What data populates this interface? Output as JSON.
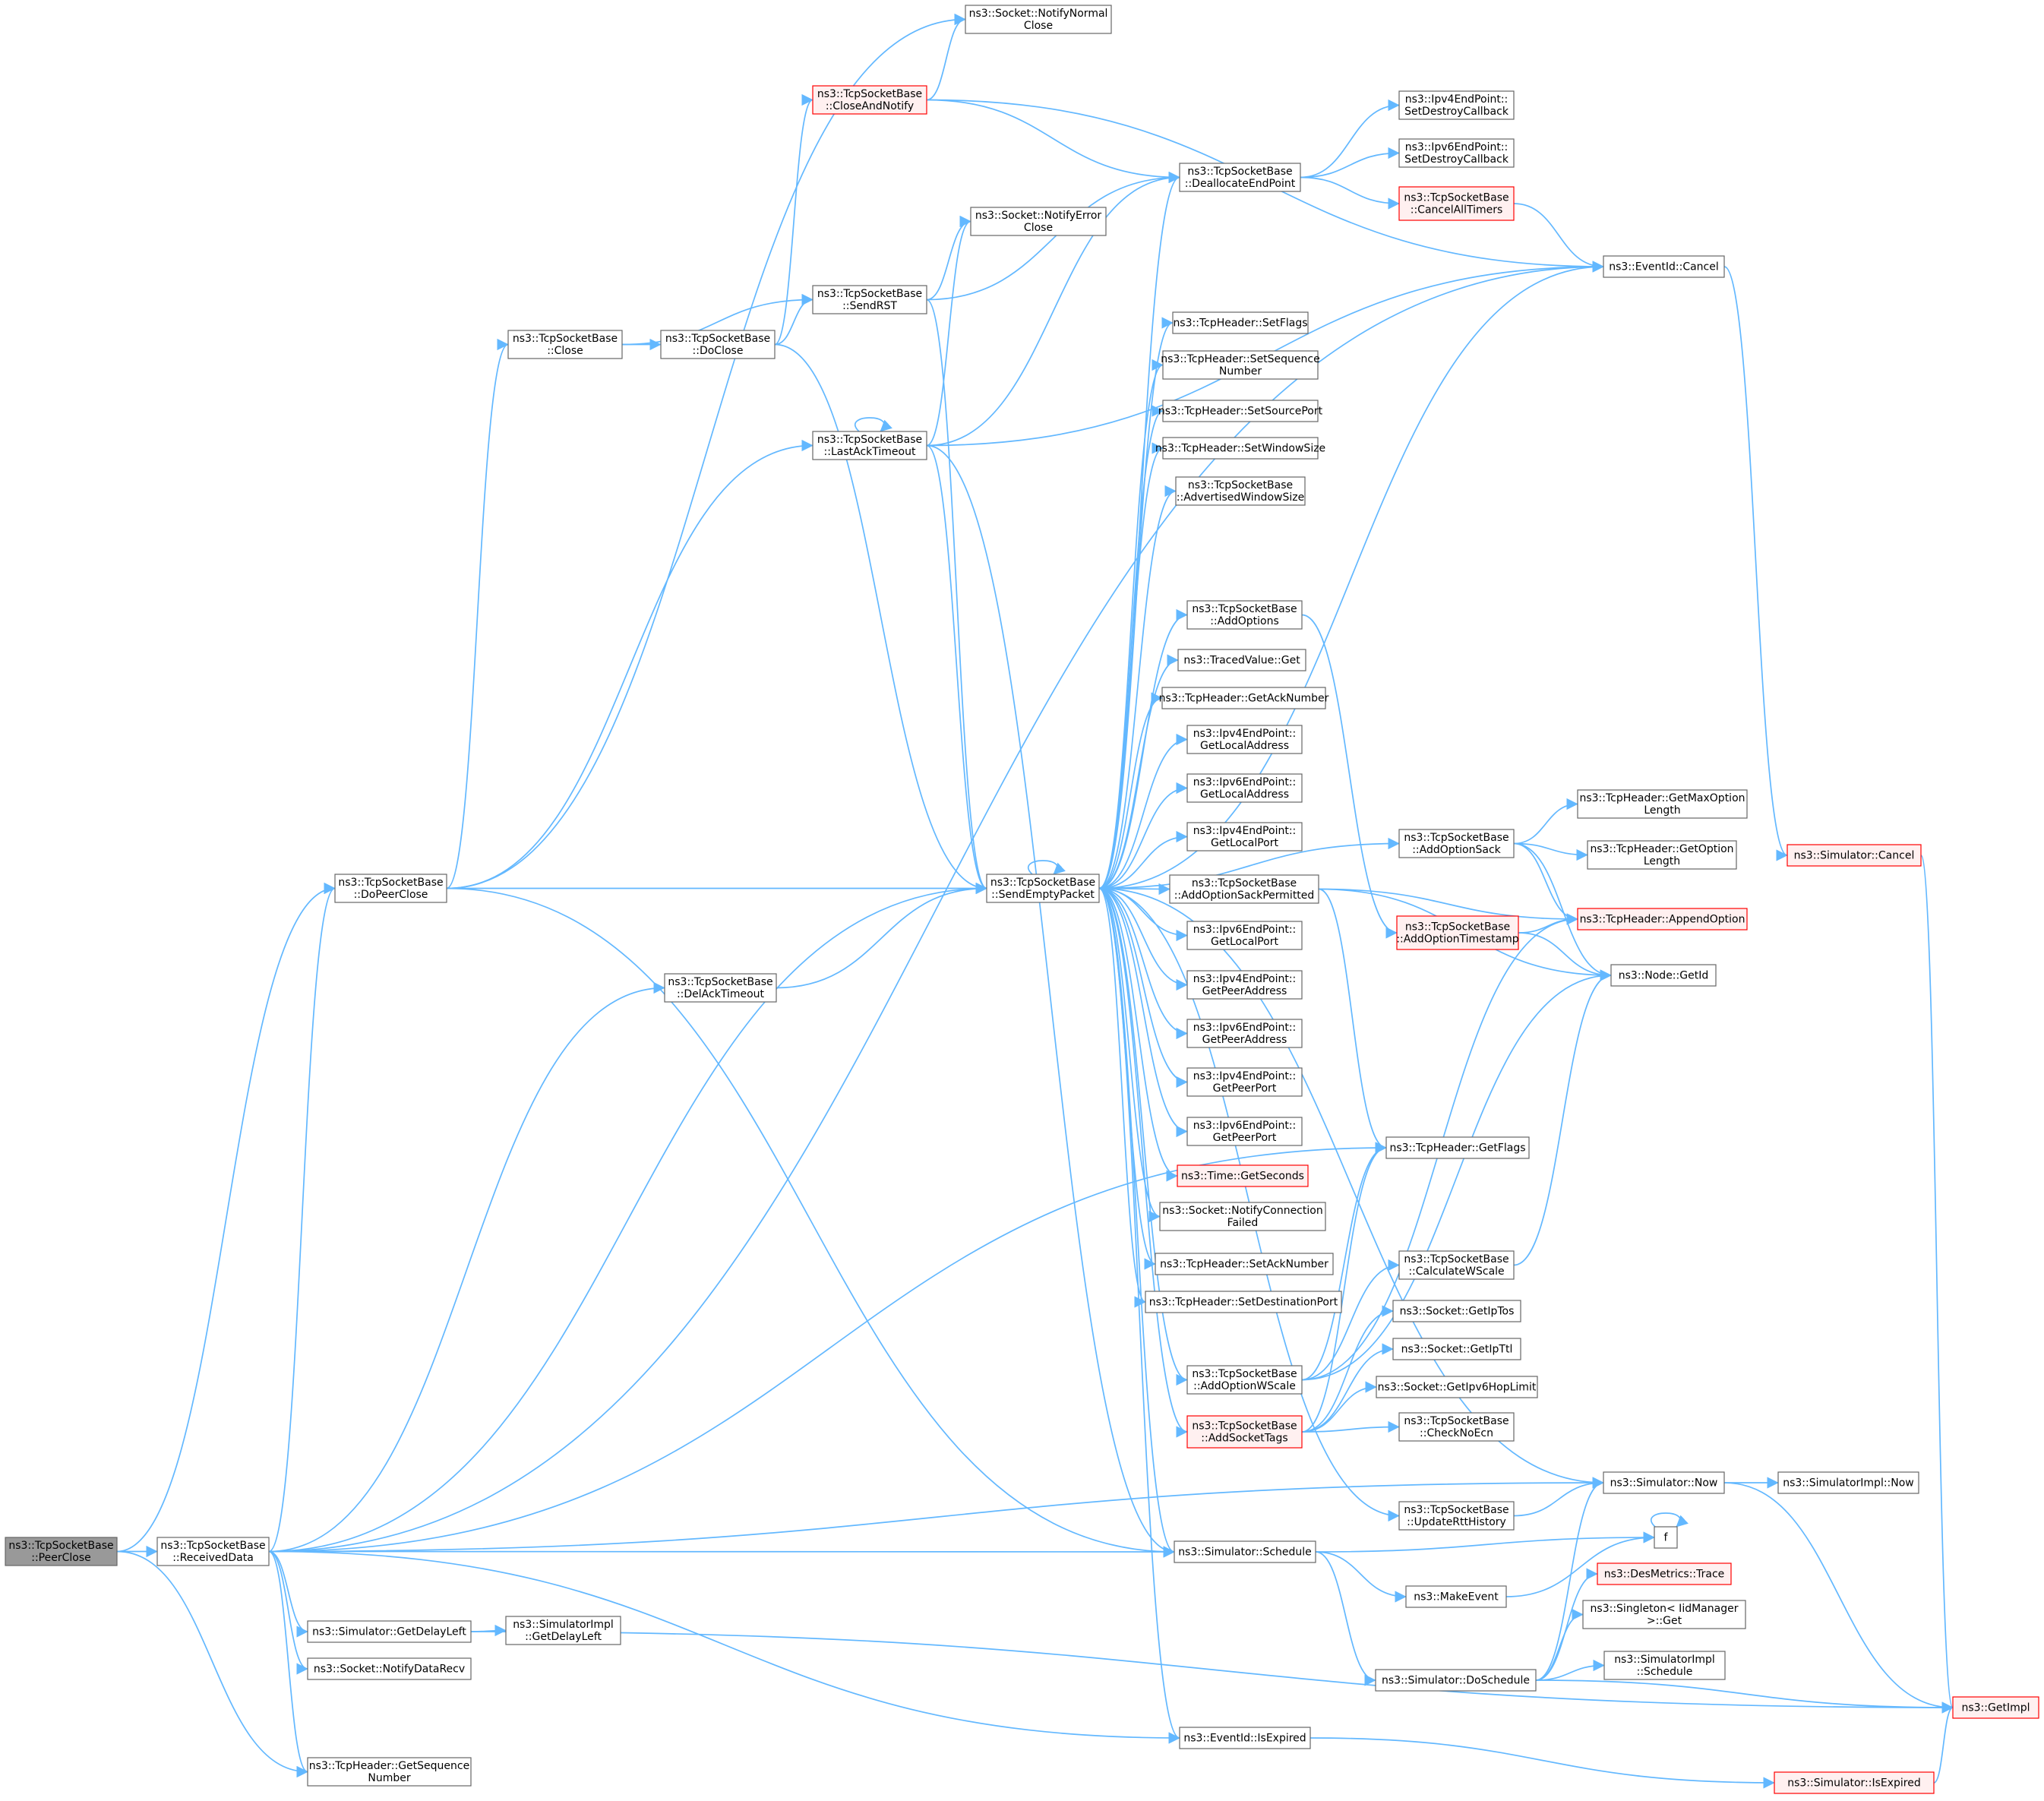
{
  "colors": {
    "edge": "#63b8ff",
    "node_fill": "#ffffff",
    "node_stroke": "#666666",
    "root_fill": "#999999",
    "root_stroke": "#666666",
    "truncated_fill": "#fff0f0",
    "truncated_stroke": "#ff0000"
  },
  "nodes": [
    {
      "id": "peerclose",
      "lines": [
        "ns3::TcpSocketBase",
        "::PeerClose"
      ],
      "style": "root"
    },
    {
      "id": "receiveddata",
      "lines": [
        "ns3::TcpSocketBase",
        "::ReceivedData"
      ],
      "style": "normal"
    },
    {
      "id": "dopeerclose",
      "lines": [
        "ns3::TcpSocketBase",
        "::DoPeerClose"
      ],
      "style": "normal"
    },
    {
      "id": "getsequencenumber",
      "lines": [
        "ns3::TcpHeader::GetSequence",
        "Number"
      ],
      "style": "normal"
    },
    {
      "id": "getdelayleft",
      "lines": [
        "ns3::Simulator::GetDelayLeft"
      ],
      "style": "normal"
    },
    {
      "id": "notifydatarecv",
      "lines": [
        "ns3::Socket::NotifyDataRecv"
      ],
      "style": "normal"
    },
    {
      "id": "simimplgetdelayleft",
      "lines": [
        "ns3::SimulatorImpl",
        "::GetDelayLeft"
      ],
      "style": "normal"
    },
    {
      "id": "close",
      "lines": [
        "ns3::TcpSocketBase",
        "::Close"
      ],
      "style": "normal"
    },
    {
      "id": "doclose",
      "lines": [
        "ns3::TcpSocketBase",
        "::DoClose"
      ],
      "style": "normal"
    },
    {
      "id": "closeandnotify",
      "lines": [
        "ns3::TcpSocketBase",
        "::CloseAndNotify"
      ],
      "style": "truncated"
    },
    {
      "id": "notifynormalclose",
      "lines": [
        "ns3::Socket::NotifyNormal",
        "Close"
      ],
      "style": "normal"
    },
    {
      "id": "sendrst",
      "lines": [
        "ns3::TcpSocketBase",
        "::SendRST"
      ],
      "style": "normal"
    },
    {
      "id": "lastacktimeout",
      "lines": [
        "ns3::TcpSocketBase",
        "::LastAckTimeout"
      ],
      "style": "normal"
    },
    {
      "id": "notifyerrorclose",
      "lines": [
        "ns3::Socket::NotifyError",
        "Close"
      ],
      "style": "normal"
    },
    {
      "id": "delacktimeout",
      "lines": [
        "ns3::TcpSocketBase",
        "::DelAckTimeout"
      ],
      "style": "normal"
    },
    {
      "id": "sendemptypacket",
      "lines": [
        "ns3::TcpSocketBase",
        "::SendEmptyPacket"
      ],
      "style": "normal"
    },
    {
      "id": "deallocateendpoint",
      "lines": [
        "ns3::TcpSocketBase",
        "::DeallocateEndPoint"
      ],
      "style": "normal"
    },
    {
      "id": "ipv4setdestroy",
      "lines": [
        "ns3::Ipv4EndPoint::",
        "SetDestroyCallback"
      ],
      "style": "normal"
    },
    {
      "id": "ipv6setdestroy",
      "lines": [
        "ns3::Ipv6EndPoint::",
        "SetDestroyCallback"
      ],
      "style": "normal"
    },
    {
      "id": "cancelalltimers",
      "lines": [
        "ns3::TcpSocketBase",
        "::CancelAllTimers"
      ],
      "style": "truncated"
    },
    {
      "id": "eventcancel",
      "lines": [
        "ns3::EventId::Cancel"
      ],
      "style": "normal"
    },
    {
      "id": "setflags",
      "lines": [
        "ns3::TcpHeader::SetFlags"
      ],
      "style": "normal"
    },
    {
      "id": "setsequencenumber",
      "lines": [
        "ns3::TcpHeader::SetSequence",
        "Number"
      ],
      "style": "normal"
    },
    {
      "id": "setsourceport",
      "lines": [
        "ns3::TcpHeader::SetSourcePort"
      ],
      "style": "normal"
    },
    {
      "id": "setwindowsize",
      "lines": [
        "ns3::TcpHeader::SetWindowSize"
      ],
      "style": "normal"
    },
    {
      "id": "advertisedwindowsize",
      "lines": [
        "ns3::TcpSocketBase",
        "::AdvertisedWindowSize"
      ],
      "style": "normal"
    },
    {
      "id": "addoptions",
      "lines": [
        "ns3::TcpSocketBase",
        "::AddOptions"
      ],
      "style": "normal"
    },
    {
      "id": "tracedvalueget",
      "lines": [
        "ns3::TracedValue::Get"
      ],
      "style": "normal"
    },
    {
      "id": "getacknumber",
      "lines": [
        "ns3::TcpHeader::GetAckNumber"
      ],
      "style": "normal"
    },
    {
      "id": "ipv4getlocaladdress",
      "lines": [
        "ns3::Ipv4EndPoint::",
        "GetLocalAddress"
      ],
      "style": "normal"
    },
    {
      "id": "ipv6getlocaladdress",
      "lines": [
        "ns3::Ipv6EndPoint::",
        "GetLocalAddress"
      ],
      "style": "normal"
    },
    {
      "id": "ipv4getlocalport",
      "lines": [
        "ns3::Ipv4EndPoint::",
        "GetLocalPort"
      ],
      "style": "normal"
    },
    {
      "id": "addoptionsackpermitted",
      "lines": [
        "ns3::TcpSocketBase",
        "::AddOptionSackPermitted"
      ],
      "style": "normal"
    },
    {
      "id": "ipv6getlocalport",
      "lines": [
        "ns3::Ipv6EndPoint::",
        "GetLocalPort"
      ],
      "style": "normal"
    },
    {
      "id": "ipv4getpeeraddress",
      "lines": [
        "ns3::Ipv4EndPoint::",
        "GetPeerAddress"
      ],
      "style": "normal"
    },
    {
      "id": "ipv6getpeeraddress",
      "lines": [
        "ns3::Ipv6EndPoint::",
        "GetPeerAddress"
      ],
      "style": "normal"
    },
    {
      "id": "ipv4getpeerport",
      "lines": [
        "ns3::Ipv4EndPoint::",
        "GetPeerPort"
      ],
      "style": "normal"
    },
    {
      "id": "ipv6getpeerport",
      "lines": [
        "ns3::Ipv6EndPoint::",
        "GetPeerPort"
      ],
      "style": "normal"
    },
    {
      "id": "timegetseconds",
      "lines": [
        "ns3::Time::GetSeconds"
      ],
      "style": "truncated"
    },
    {
      "id": "notifyconnectionfailed",
      "lines": [
        "ns3::Socket::NotifyConnection",
        "Failed"
      ],
      "style": "normal"
    },
    {
      "id": "setacknumber",
      "lines": [
        "ns3::TcpHeader::SetAckNumber"
      ],
      "style": "normal"
    },
    {
      "id": "setdestinationport",
      "lines": [
        "ns3::TcpHeader::SetDestinationPort"
      ],
      "style": "normal"
    },
    {
      "id": "addoptionwscale",
      "lines": [
        "ns3::TcpSocketBase",
        "::AddOptionWScale"
      ],
      "style": "normal"
    },
    {
      "id": "addsockettags",
      "lines": [
        "ns3::TcpSocketBase",
        "::AddSocketTags"
      ],
      "style": "truncated"
    },
    {
      "id": "simschedule",
      "lines": [
        "ns3::Simulator::Schedule"
      ],
      "style": "normal"
    },
    {
      "id": "eventisexpired",
      "lines": [
        "ns3::EventId::IsExpired"
      ],
      "style": "normal"
    },
    {
      "id": "addoptionsack",
      "lines": [
        "ns3::TcpSocketBase",
        "::AddOptionSack"
      ],
      "style": "normal"
    },
    {
      "id": "getmaxoptionlength",
      "lines": [
        "ns3::TcpHeader::GetMaxOption",
        "Length"
      ],
      "style": "normal"
    },
    {
      "id": "getoptionlength",
      "lines": [
        "ns3::TcpHeader::GetOption",
        "Length"
      ],
      "style": "normal"
    },
    {
      "id": "appendoption",
      "lines": [
        "ns3::TcpHeader::AppendOption"
      ],
      "style": "truncated"
    },
    {
      "id": "addoptiontimestamp",
      "lines": [
        "ns3::TcpSocketBase",
        "::AddOptionTimestamp"
      ],
      "style": "truncated"
    },
    {
      "id": "nodegetid",
      "lines": [
        "ns3::Node::GetId"
      ],
      "style": "normal"
    },
    {
      "id": "getflags",
      "lines": [
        "ns3::TcpHeader::GetFlags"
      ],
      "style": "normal"
    },
    {
      "id": "calculatewscale",
      "lines": [
        "ns3::TcpSocketBase",
        "::CalculateWScale"
      ],
      "style": "normal"
    },
    {
      "id": "getiptos",
      "lines": [
        "ns3::Socket::GetIpTos"
      ],
      "style": "normal"
    },
    {
      "id": "getipttl",
      "lines": [
        "ns3::Socket::GetIpTtl"
      ],
      "style": "normal"
    },
    {
      "id": "getipv6hoplimit",
      "lines": [
        "ns3::Socket::GetIpv6HopLimit"
      ],
      "style": "normal"
    },
    {
      "id": "checknoecn",
      "lines": [
        "ns3::TcpSocketBase",
        "::CheckNoEcn"
      ],
      "style": "normal"
    },
    {
      "id": "updaterttHistory",
      "lines": [
        "ns3::TcpSocketBase",
        "::UpdateRttHistory"
      ],
      "style": "normal"
    },
    {
      "id": "simnow",
      "lines": [
        "ns3::Simulator::Now"
      ],
      "style": "normal"
    },
    {
      "id": "simimplnow",
      "lines": [
        "ns3::SimulatorImpl::Now"
      ],
      "style": "normal"
    },
    {
      "id": "f",
      "lines": [
        "f"
      ],
      "style": "normal"
    },
    {
      "id": "makeevent",
      "lines": [
        "ns3::MakeEvent"
      ],
      "style": "normal"
    },
    {
      "id": "desmetricstrace",
      "lines": [
        "ns3::DesMetrics::Trace"
      ],
      "style": "truncated"
    },
    {
      "id": "singletonget",
      "lines": [
        "ns3::Singleton< IidManager",
        " >::Get"
      ],
      "style": "normal"
    },
    {
      "id": "simimplschedule",
      "lines": [
        "ns3::SimulatorImpl",
        "::Schedule"
      ],
      "style": "normal"
    },
    {
      "id": "simdoschedule",
      "lines": [
        "ns3::Simulator::DoSchedule"
      ],
      "style": "normal"
    },
    {
      "id": "simcancel",
      "lines": [
        "ns3::Simulator::Cancel"
      ],
      "style": "truncated"
    },
    {
      "id": "getimpl",
      "lines": [
        "ns3::GetImpl"
      ],
      "style": "truncated"
    },
    {
      "id": "simisexpired",
      "lines": [
        "ns3::Simulator::IsExpired"
      ],
      "style": "truncated"
    }
  ],
  "edges": [
    [
      "peerclose",
      "receiveddata"
    ],
    [
      "peerclose",
      "dopeerclose"
    ],
    [
      "peerclose",
      "getsequencenumber"
    ],
    [
      "receiveddata",
      "dopeerclose"
    ],
    [
      "receiveddata",
      "getsequencenumber"
    ],
    [
      "receiveddata",
      "getdelayleft"
    ],
    [
      "receiveddata",
      "notifydatarecv"
    ],
    [
      "receiveddata",
      "simschedule"
    ],
    [
      "receiveddata",
      "simnow"
    ],
    [
      "receiveddata",
      "eventisexpired"
    ],
    [
      "receiveddata",
      "delacktimeout"
    ],
    [
      "receiveddata",
      "sendemptypacket"
    ],
    [
      "receiveddata",
      "eventcancel"
    ],
    [
      "receiveddata",
      "getflags"
    ],
    [
      "getdelayleft",
      "simimplgetdelayleft"
    ],
    [
      "getdelayleft",
      "getimpl"
    ],
    [
      "dopeerclose",
      "close"
    ],
    [
      "dopeerclose",
      "lastacktimeout"
    ],
    [
      "dopeerclose",
      "notifynormalclose"
    ],
    [
      "dopeerclose",
      "sendemptypacket"
    ],
    [
      "dopeerclose",
      "simschedule"
    ],
    [
      "close",
      "doclose"
    ],
    [
      "close",
      "sendrst"
    ],
    [
      "doclose",
      "closeandnotify"
    ],
    [
      "doclose",
      "sendrst"
    ],
    [
      "doclose",
      "sendemptypacket"
    ],
    [
      "closeandnotify",
      "notifynormalclose"
    ],
    [
      "closeandnotify",
      "deallocateendpoint"
    ],
    [
      "closeandnotify",
      "eventcancel"
    ],
    [
      "sendrst",
      "notifyerrorclose"
    ],
    [
      "sendrst",
      "deallocateendpoint"
    ],
    [
      "sendrst",
      "sendemptypacket"
    ],
    [
      "lastacktimeout",
      "lastacktimeout"
    ],
    [
      "lastacktimeout",
      "notifyerrorclose"
    ],
    [
      "lastacktimeout",
      "deallocateendpoint"
    ],
    [
      "lastacktimeout",
      "sendemptypacket"
    ],
    [
      "lastacktimeout",
      "eventcancel"
    ],
    [
      "lastacktimeout",
      "simschedule"
    ],
    [
      "delacktimeout",
      "sendemptypacket"
    ],
    [
      "deallocateendpoint",
      "ipv4setdestroy"
    ],
    [
      "deallocateendpoint",
      "ipv6setdestroy"
    ],
    [
      "deallocateendpoint",
      "cancelalltimers"
    ],
    [
      "cancelalltimers",
      "eventcancel"
    ],
    [
      "eventcancel",
      "simcancel"
    ],
    [
      "simcancel",
      "getimpl"
    ],
    [
      "sendemptypacket",
      "sendemptypacket"
    ],
    [
      "sendemptypacket",
      "deallocateendpoint"
    ],
    [
      "sendemptypacket",
      "eventcancel"
    ],
    [
      "sendemptypacket",
      "setflags"
    ],
    [
      "sendemptypacket",
      "setsequencenumber"
    ],
    [
      "sendemptypacket",
      "setsourceport"
    ],
    [
      "sendemptypacket",
      "setwindowsize"
    ],
    [
      "sendemptypacket",
      "advertisedwindowsize"
    ],
    [
      "sendemptypacket",
      "addoptions"
    ],
    [
      "sendemptypacket",
      "tracedvalueget"
    ],
    [
      "sendemptypacket",
      "getacknumber"
    ],
    [
      "sendemptypacket",
      "ipv4getlocaladdress"
    ],
    [
      "sendemptypacket",
      "ipv6getlocaladdress"
    ],
    [
      "sendemptypacket",
      "ipv4getlocalport"
    ],
    [
      "sendemptypacket",
      "addoptionsackpermitted"
    ],
    [
      "sendemptypacket",
      "ipv6getlocalport"
    ],
    [
      "sendemptypacket",
      "ipv4getpeeraddress"
    ],
    [
      "sendemptypacket",
      "ipv6getpeeraddress"
    ],
    [
      "sendemptypacket",
      "ipv4getpeerport"
    ],
    [
      "sendemptypacket",
      "ipv6getpeerport"
    ],
    [
      "sendemptypacket",
      "timegetseconds"
    ],
    [
      "sendemptypacket",
      "notifyconnectionfailed"
    ],
    [
      "sendemptypacket",
      "setacknumber"
    ],
    [
      "sendemptypacket",
      "setdestinationport"
    ],
    [
      "sendemptypacket",
      "addoptionwscale"
    ],
    [
      "sendemptypacket",
      "addsockettags"
    ],
    [
      "sendemptypacket",
      "addoptionsack"
    ],
    [
      "sendemptypacket",
      "simschedule"
    ],
    [
      "sendemptypacket",
      "eventisexpired"
    ],
    [
      "sendemptypacket",
      "simnow"
    ],
    [
      "sendemptypacket",
      "updaterttHistory"
    ],
    [
      "addoptions",
      "addoptiontimestamp"
    ],
    [
      "addoptionsack",
      "getmaxoptionlength"
    ],
    [
      "addoptionsack",
      "getoptionlength"
    ],
    [
      "addoptionsack",
      "appendoption"
    ],
    [
      "addoptionsack",
      "nodegetid"
    ],
    [
      "addoptionsackpermitted",
      "appendoption"
    ],
    [
      "addoptionsackpermitted",
      "getflags"
    ],
    [
      "addoptionsackpermitted",
      "nodegetid"
    ],
    [
      "addoptiontimestamp",
      "appendoption"
    ],
    [
      "addoptiontimestamp",
      "nodegetid"
    ],
    [
      "addoptionwscale",
      "appendoption"
    ],
    [
      "addoptionwscale",
      "calculatewscale"
    ],
    [
      "addoptionwscale",
      "getflags"
    ],
    [
      "addoptionwscale",
      "nodegetid"
    ],
    [
      "calculatewscale",
      "nodegetid"
    ],
    [
      "addsockettags",
      "getiptos"
    ],
    [
      "addsockettags",
      "getipttl"
    ],
    [
      "addsockettags",
      "getipv6hoplimit"
    ],
    [
      "addsockettags",
      "checknoecn"
    ],
    [
      "addsockettags",
      "getflags"
    ],
    [
      "updaterttHistory",
      "simnow"
    ],
    [
      "simnow",
      "simimplnow"
    ],
    [
      "simnow",
      "getimpl"
    ],
    [
      "simschedule",
      "makeevent"
    ],
    [
      "simschedule",
      "simdoschedule"
    ],
    [
      "simschedule",
      "f"
    ],
    [
      "makeevent",
      "f"
    ],
    [
      "f",
      "f"
    ],
    [
      "simdoschedule",
      "desmetricstrace"
    ],
    [
      "simdoschedule",
      "singletonget"
    ],
    [
      "simdoschedule",
      "simimplschedule"
    ],
    [
      "simdoschedule",
      "getimpl"
    ],
    [
      "simdoschedule",
      "simnow"
    ],
    [
      "eventisexpired",
      "simisexpired"
    ],
    [
      "simisexpired",
      "getimpl"
    ]
  ]
}
